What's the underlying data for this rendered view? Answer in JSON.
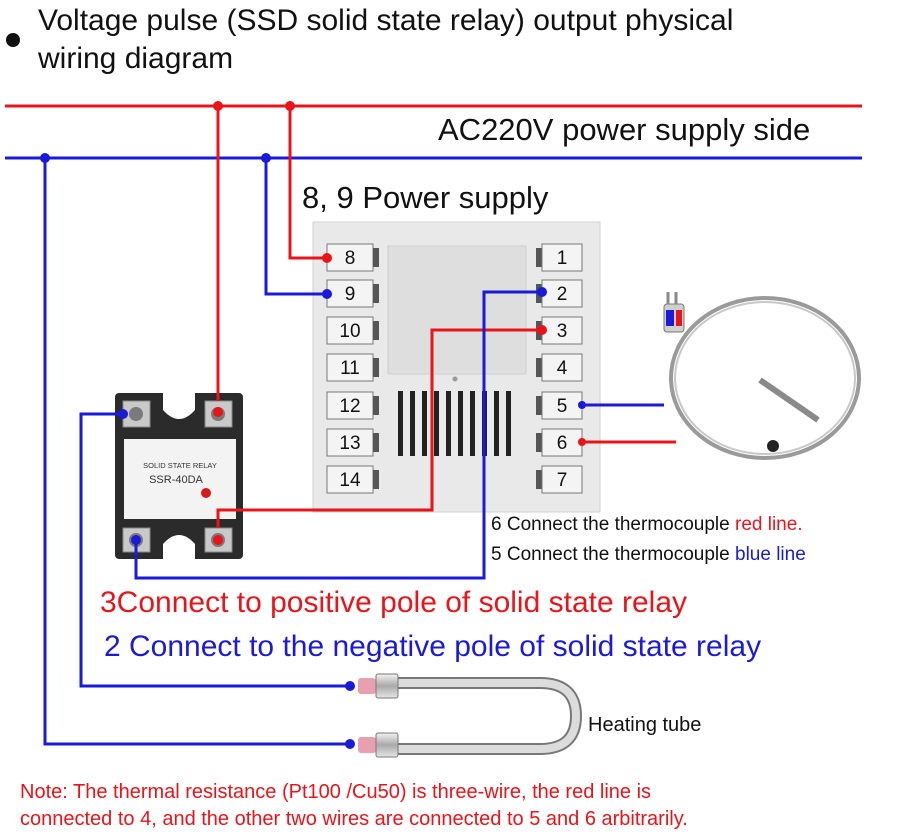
{
  "title": {
    "line1": "Voltage pulse (SSD solid state relay) output physical",
    "line2": "wiring diagram"
  },
  "supply_label": "AC220V power supply side",
  "power_label": "8, 9 Power supply",
  "controller": {
    "left_terminals": [
      "8",
      "9",
      "10",
      "11",
      "12",
      "13",
      "14"
    ],
    "right_terminals": [
      "1",
      "2",
      "3",
      "4",
      "5",
      "6",
      "7"
    ]
  },
  "relay": {
    "brand": "SOLID STATE RELAY",
    "model": "SSR-40DA"
  },
  "thermocouple_notes": {
    "line6_prefix": "6 Connect the thermocouple ",
    "line6_colored": "red line.",
    "line5_prefix": "5 Connect the thermocouple ",
    "line5_colored": "blue line"
  },
  "connect3": "3Connect to positive pole of solid state relay",
  "connect2": "2 Connect to the negative pole of solid state relay",
  "heating_label": "Heating tube",
  "note": {
    "line1": "Note: The thermal resistance (Pt100 /Cu50) is three-wire, the red line is",
    "line2": "connected to 4, and the other two wires are connected to 5 and 6 arbitrarily."
  },
  "colors": {
    "red_wire": "#e8141a",
    "blue_wire": "#1a1ad8",
    "controller_body": "#e9e9e9",
    "relay_body": "#2b2b2b"
  }
}
